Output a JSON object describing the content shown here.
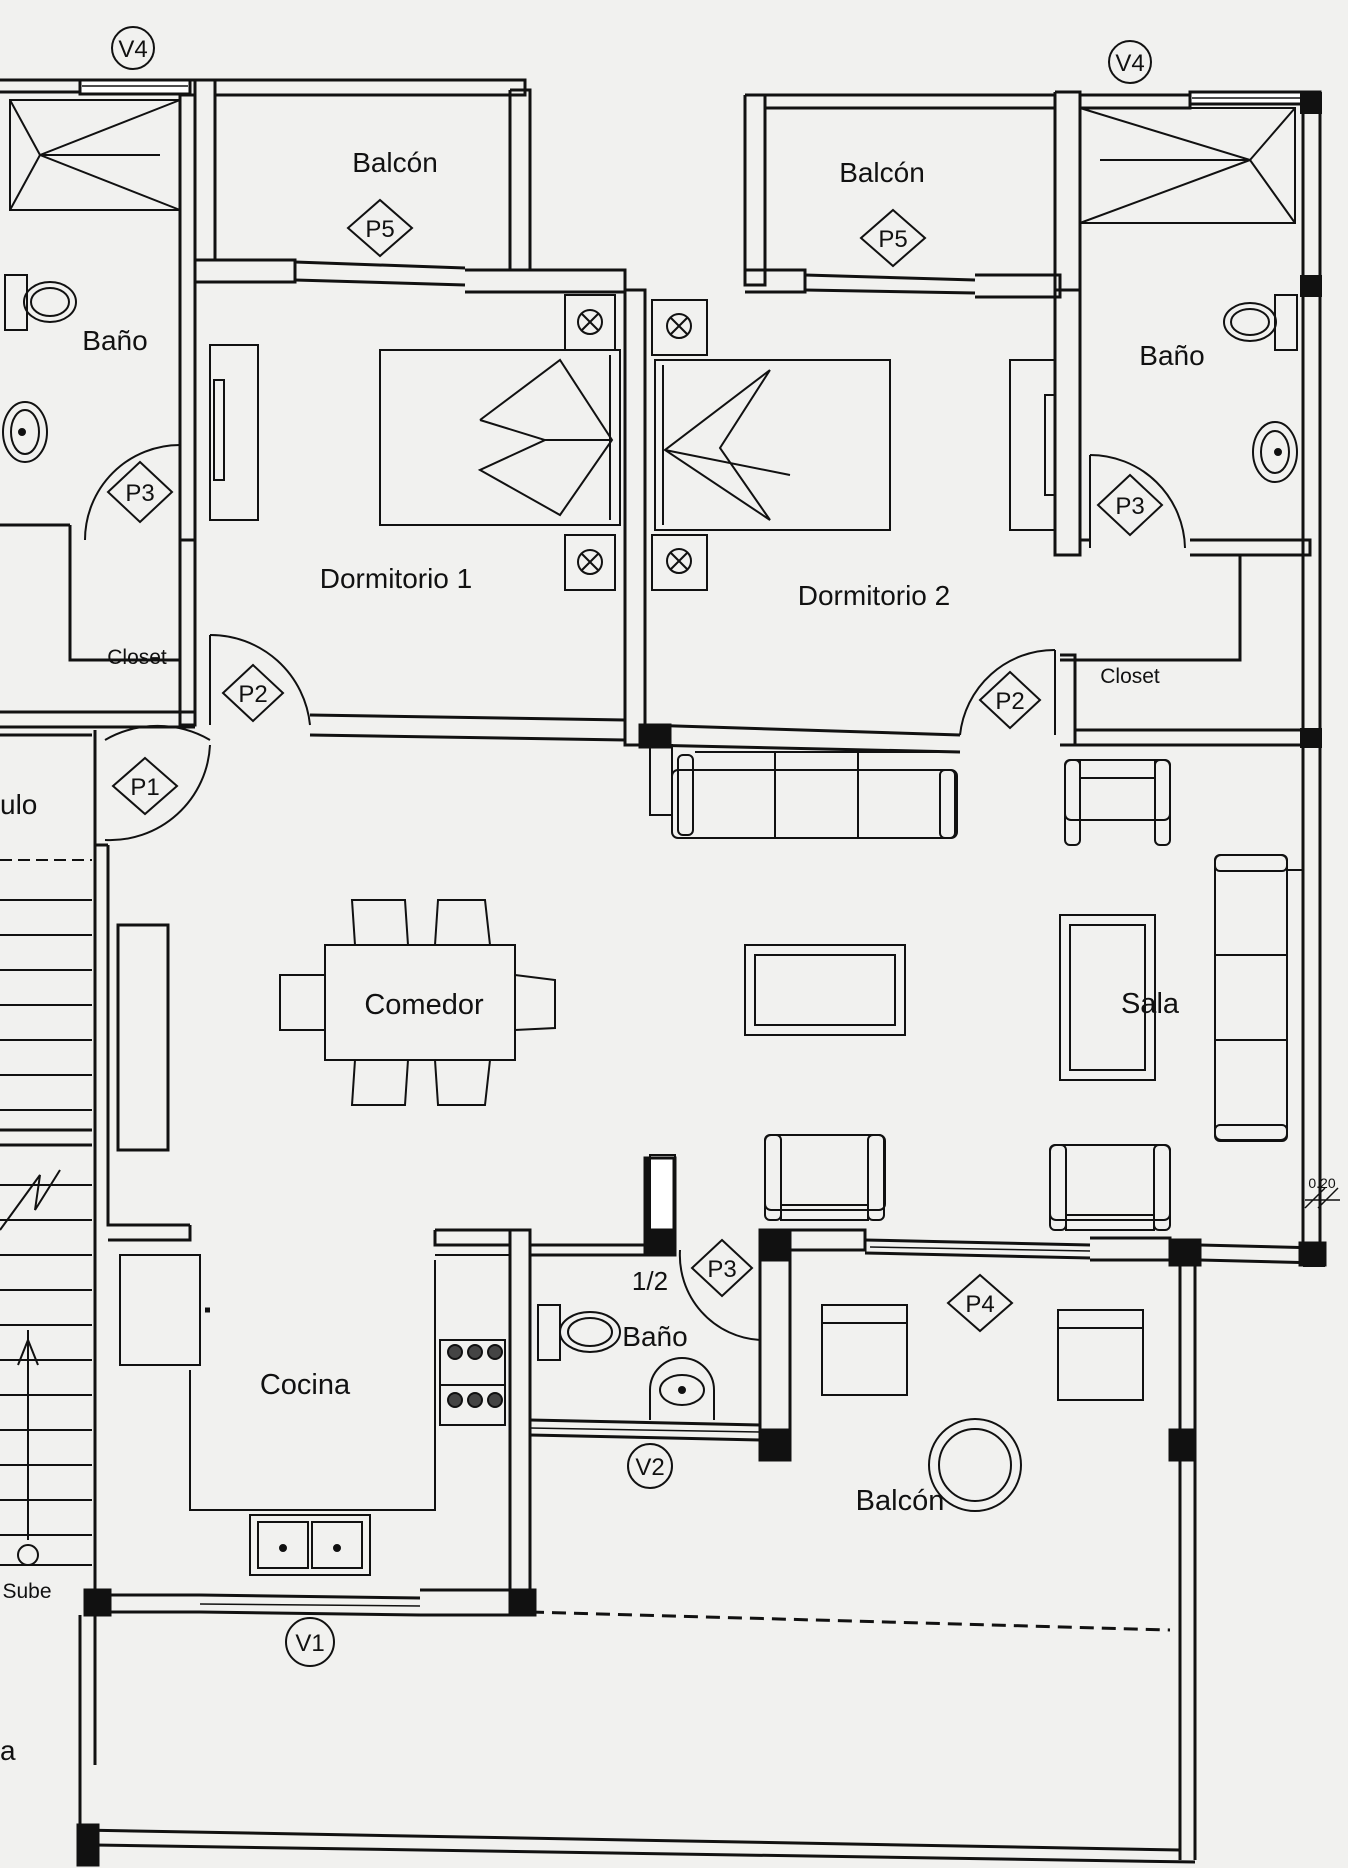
{
  "rooms": {
    "bano_left": "Baño",
    "balcon_1": "Balcón",
    "balcon_2": "Balcón",
    "bano_right": "Baño",
    "dormitorio_1": "Dormitorio 1",
    "dormitorio_2": "Dormitorio 2",
    "closet_left": "Closet",
    "closet_right": "Closet",
    "vestibulo_partial": "ulo",
    "comedor": "Comedor",
    "sala": "Sala",
    "cocina": "Cocina",
    "half_bath_fraction": "1/2",
    "half_bath": "Baño",
    "balcon_main": "Balcón",
    "stair_label": "Sube",
    "left_edge_partial": "a",
    "dimension": "0.20"
  },
  "tags": {
    "v4_left": "V4",
    "v4_right": "V4",
    "p5_left": "P5",
    "p5_right": "P5",
    "p3_left": "P3",
    "p3_right": "P3",
    "p3_half": "P3",
    "p2_left": "P2",
    "p2_right": "P2",
    "p1": "P1",
    "p4": "P4",
    "v1": "V1",
    "v2": "V2"
  },
  "colors": {
    "ink": "#111111",
    "paper": "#f1f1ef",
    "wall": "#111111"
  }
}
